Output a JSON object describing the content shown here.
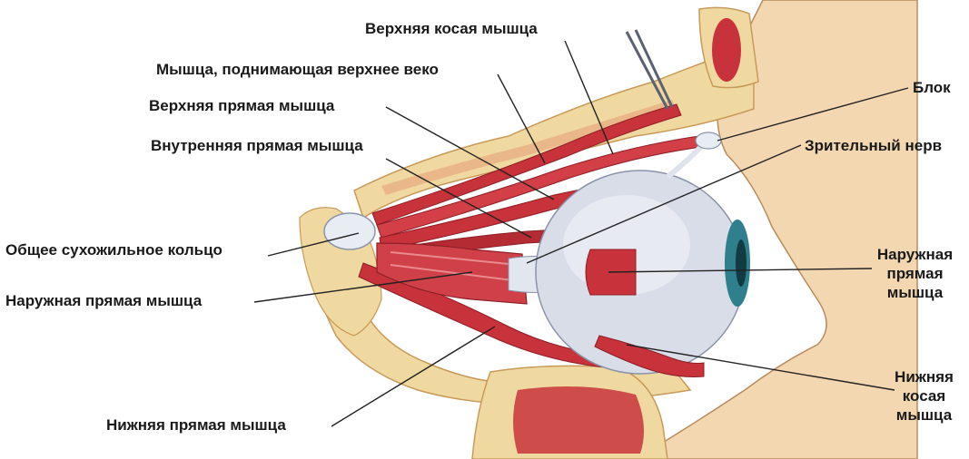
{
  "labels": {
    "superior_oblique": "Верхняя косая мышца",
    "levator_palpebrae": "Мышца, поднимающая верхнее веко",
    "superior_rectus": "Верхняя прямая мышца",
    "medial_rectus": "Внутренняя прямая мышца",
    "common_tendinous_ring": "Общее сухожильное кольцо",
    "lateral_rectus_left": "Наружная прямая мышца",
    "inferior_rectus": "Нижняя прямая мышца",
    "trochlea": "Блок",
    "optic_nerve": "Зрительный нерв",
    "lateral_rectus_right": [
      "Наружная",
      "прямая",
      "мышца"
    ],
    "inferior_oblique": [
      "Нижняя",
      "косая",
      "мышца"
    ]
  },
  "colors": {
    "muscle": "#c8323a",
    "muscle_light": "#e0606a",
    "bone": "#f0d9a0",
    "bone_marrow": "#d7554a",
    "sclera": "#d9dde8",
    "iris": "#2f7f8c",
    "skin": "#f3d7b0",
    "leader": "#222222"
  }
}
